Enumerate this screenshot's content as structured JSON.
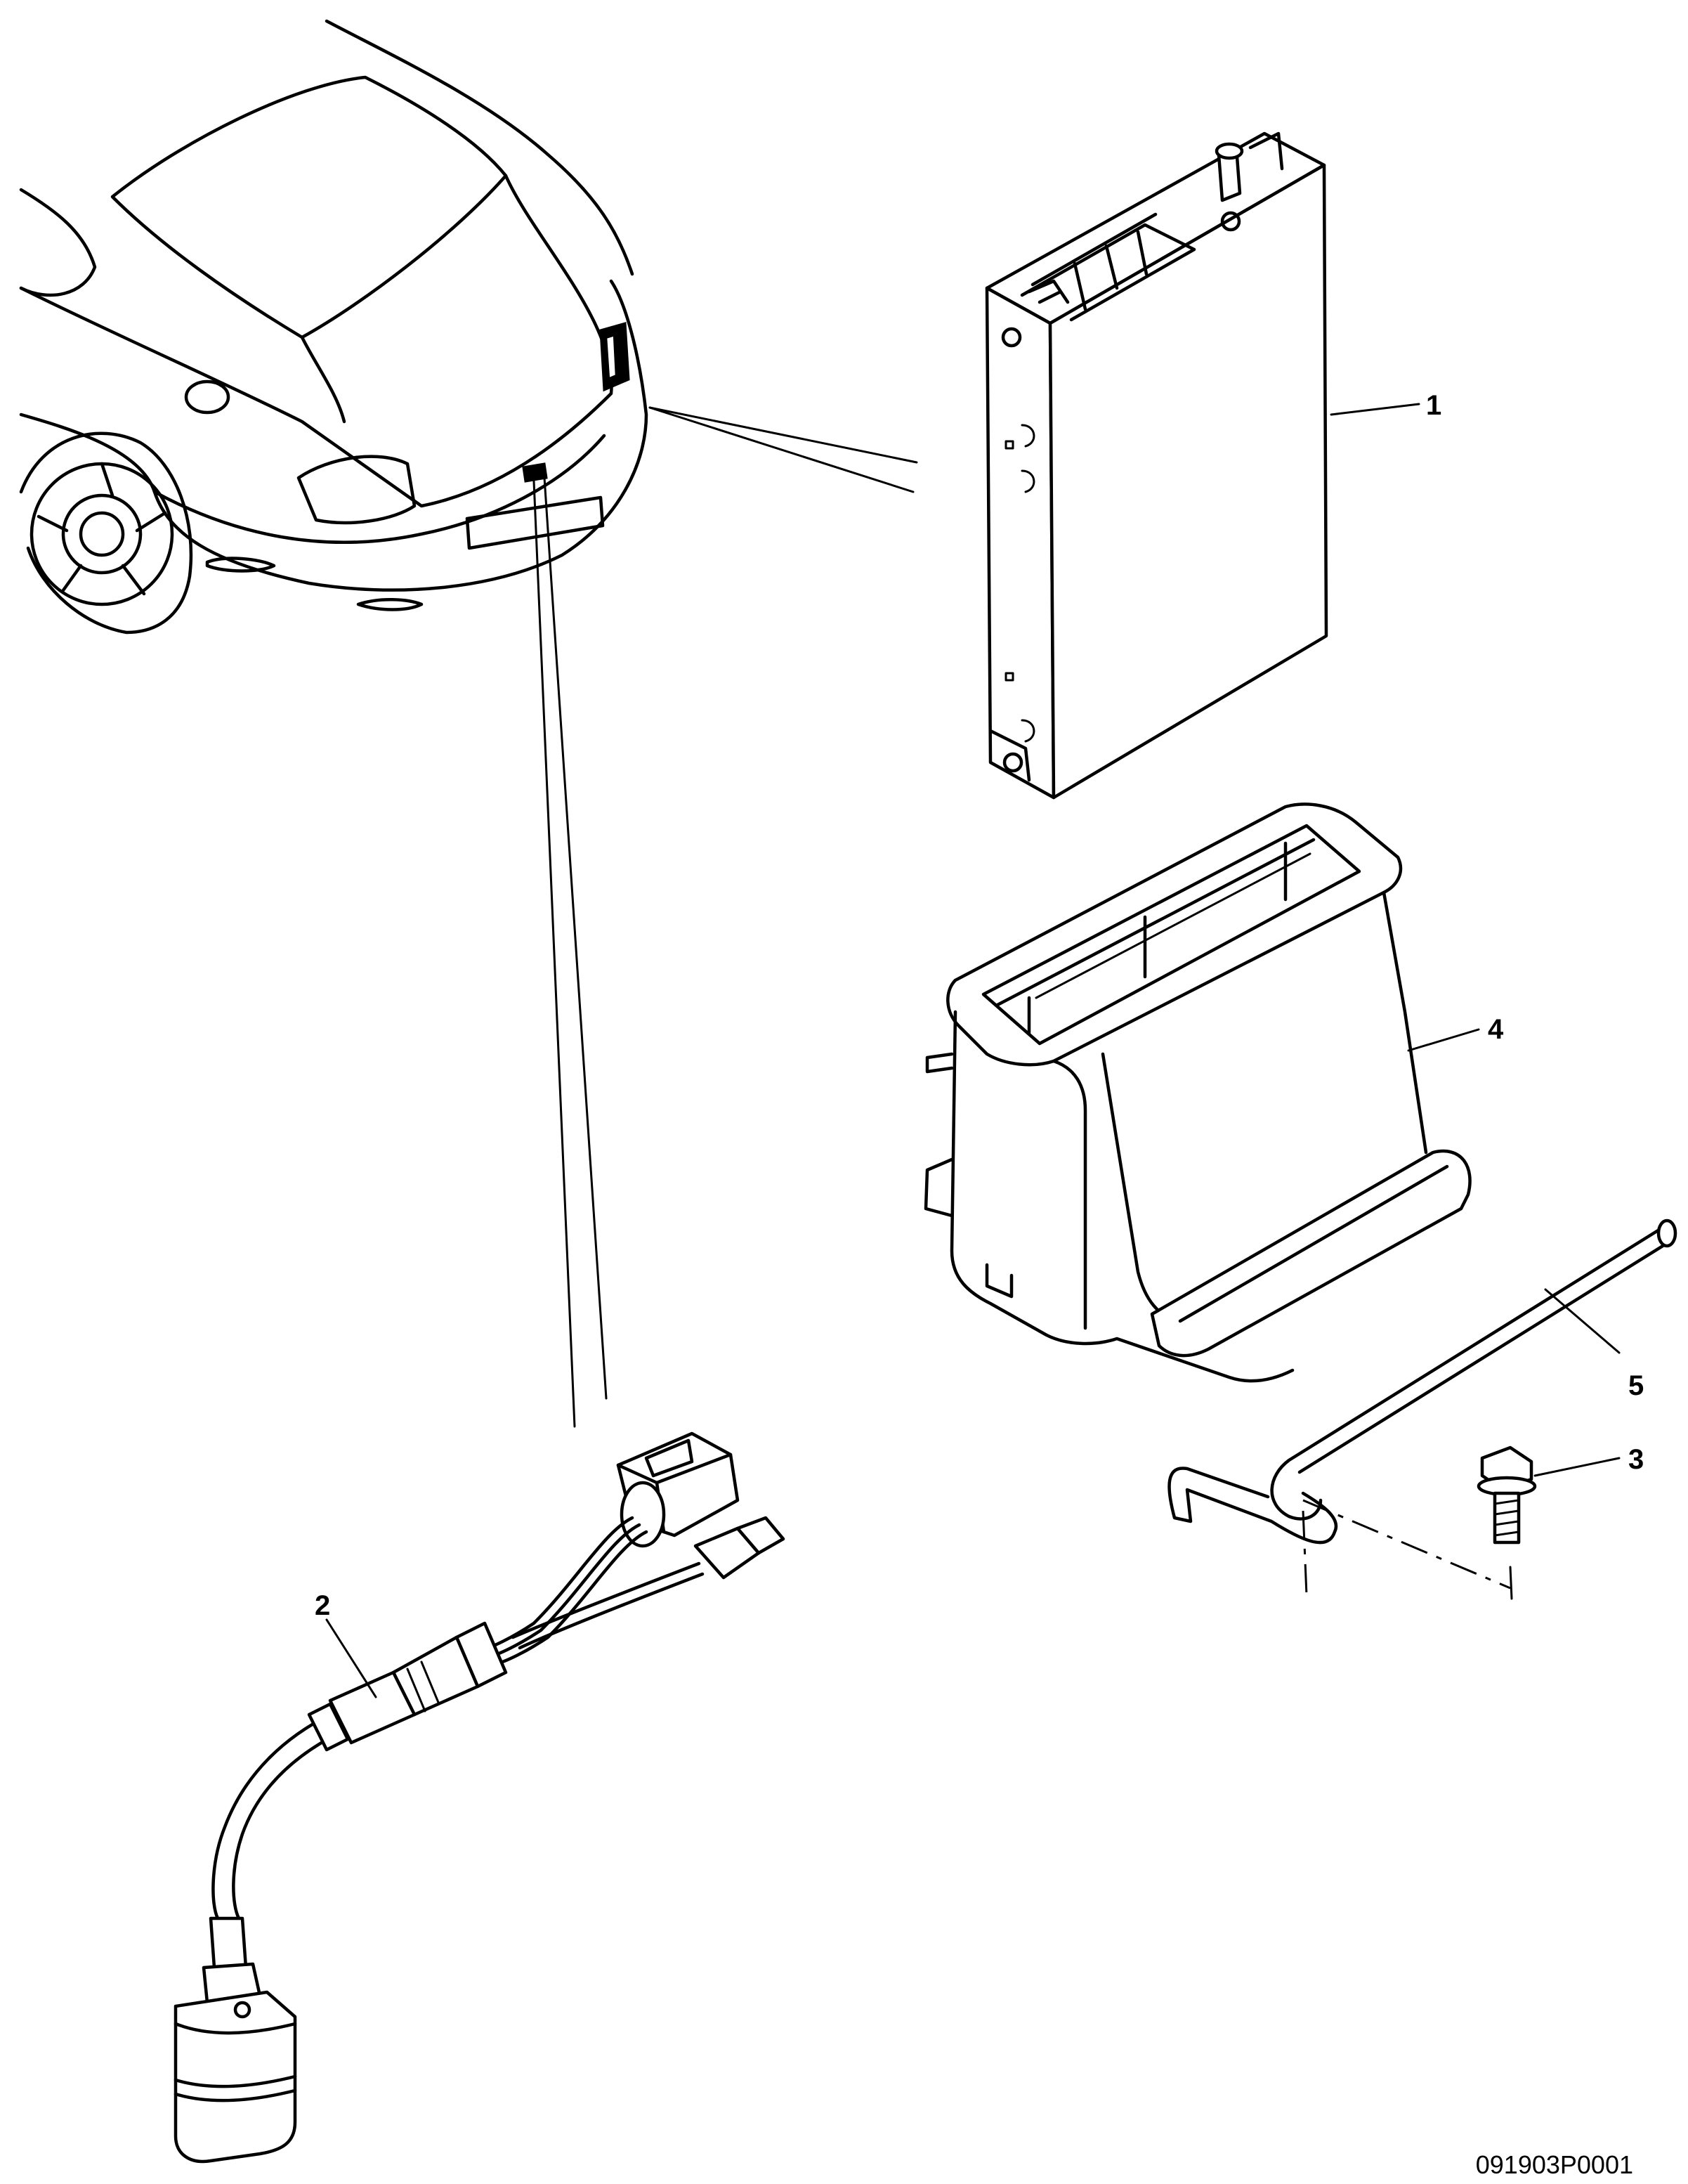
{
  "callouts": {
    "c1": "1",
    "c2": "2",
    "c3": "3",
    "c4": "4",
    "c5": "5"
  },
  "parts": {
    "vehicle": "vehicle-front",
    "p1": "control-unit",
    "p2": "antenna-wiring-harness",
    "p3": "bolt",
    "p4": "mounting-bracket",
    "p5": "retaining-rod"
  },
  "reference_code": "091903P0001"
}
